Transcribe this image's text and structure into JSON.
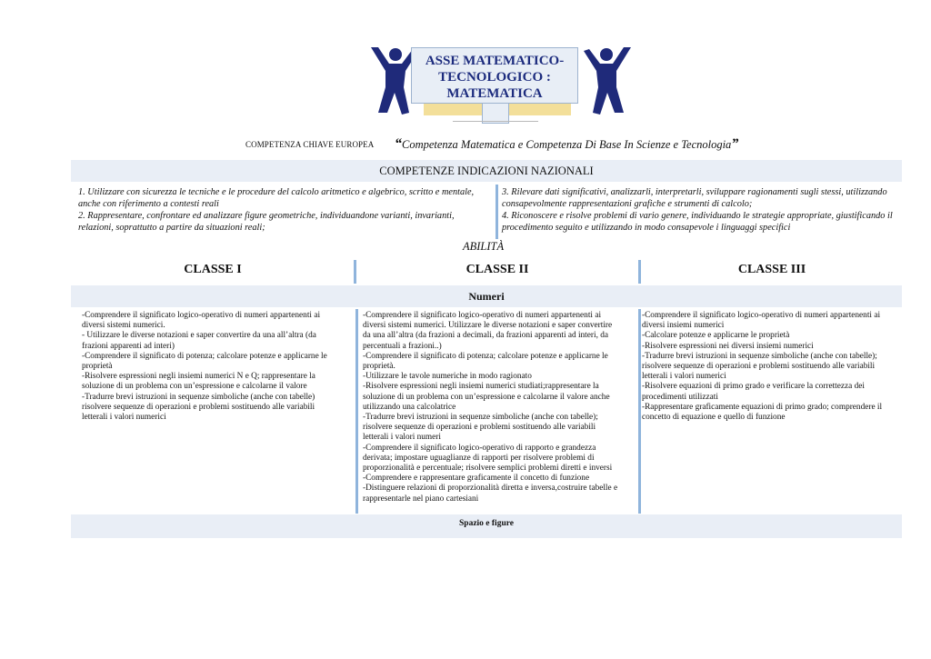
{
  "header": {
    "title_lines": [
      "ASSE  MATEMATICO-",
      "TECNOLOGICO :",
      "MATEMATICA"
    ]
  },
  "competenza": {
    "label": "COMPETENZA CHIAVE EUROPEA",
    "open_quote": "“",
    "name": "Competenza Matematica e Competenza Di Base In Scienze e Tecnologia",
    "close_quote": "”"
  },
  "indicazioni": {
    "heading": "COMPETENZE INDICAZIONI NAZIONALI",
    "left": [
      "1.  Utilizzare con sicurezza le tecniche e le procedure del calcolo aritmetico e algebrico, scritto e mentale, anche con riferimento a contesti reali",
      "2.  Rappresentare, confrontare ed analizzare figure geometriche, individuandone varianti, invarianti, relazioni, soprattutto a partire da situazioni reali;"
    ],
    "right": [
      "3.  Rilevare dati significativi, analizzarli, interpretarli, sviluppare ragionamenti sugli stessi, utilizzando consapevolmente rappresentazioni grafiche e strumenti di calcolo;",
      "4.  Riconoscere e risolve problemi di vario genere, individuando le strategie appropriate, giustificando il procedimento seguito e utilizzando in modo consapevole i linguaggi specifici"
    ]
  },
  "abilita": "ABILITÀ",
  "classi": [
    "CLASSE I",
    "CLASSE II",
    "CLASSE III"
  ],
  "numeri": {
    "heading": "Numeri",
    "classe1": [
      "-Comprendere il significato logico-operativo di numeri appartenenti ai",
      "diversi sistemi numerici.",
      "- Utilizzare le diverse notazioni e saper convertire da una all’altra (da",
      "frazioni apparenti ad interi)",
      "-Comprendere il significato di potenza; calcolare potenze e applicarne le",
      "proprietà",
      "-Risolvere espressioni negli insiemi numerici N e Q; rappresentare la",
      "soluzione di un problema con un’espressione e calcolarne il valore",
      "-Tradurre brevi istruzioni in sequenze simboliche (anche con tabelle)",
      "risolvere sequenze di operazioni e problemi sostituendo alle  variabili",
      "letterali i valori numerici"
    ],
    "classe2": [
      "-Comprendere il significato logico-operativo di numeri appartenenti ai",
      "diversi sistemi numerici. Utilizzare le diverse notazioni e saper convertire",
      "da una all’altra (da frazioni a decimali, da frazioni apparenti ad interi, da",
      "percentuali a frazioni..)",
      "-Comprendere il significato di potenza; calcolare potenze e applicarne le",
      "proprietà.",
      "-Utilizzare le tavole numeriche in modo ragionato",
      "-Risolvere espressioni negli insiemi numerici studiati;rappresentare la",
      "soluzione di un problema con  un’espressione e calcolarne il valore  anche",
      "utilizzando una calcolatrice",
      "-Tradurre brevi istruzioni in sequenze simboliche (anche con tabelle);",
      "risolvere sequenze di operazioni e problemi sostituendo alle variabili",
      "letterali i valori numeri",
      "-Comprendere il significato logico-operativo di rapporto e grandezza",
      "derivata; impostare uguaglianze di rapporti per risolvere problemi di",
      "proporzionalità  e percentuale; risolvere semplici problemi diretti e inversi",
      "-Comprendere e rappresentare graficamente il concetto di funzione",
      "-Distinguere relazioni di proporzionalità diretta e inversa,costruire tabelle e",
      "rappresentarle nel piano cartesiani"
    ],
    "classe3": [
      "-Comprendere il significato logico-operativo di numeri appartenenti ai",
      "diversi insiemi numerici",
      "-Calcolare potenze e applicarne le proprietà",
      "-Risolvere espressioni nei diversi insiemi numerici",
      "-Tradurre brevi istruzioni in sequenze simboliche (anche con tabelle);",
      "risolvere sequenze di operazioni e problemi sostituendo alle variabili",
      "letterali i valori numerici",
      "-Risolvere equazioni di primo grado e verificare la correttezza dei",
      "procedimenti utilizzati",
      "-Rappresentare graficamente equazioni di primo grado; comprendere il",
      "concetto di equazione e quello di funzione"
    ]
  },
  "spazio": {
    "heading": "Spazio e figure"
  },
  "colors": {
    "band": "#e9eef6",
    "divider": "#8fb4dc",
    "title_text": "#1d2c7e",
    "figure": "#1f2a7a"
  },
  "icons": [
    "raised-arms-figure-icon",
    "raised-arms-figure-icon"
  ]
}
